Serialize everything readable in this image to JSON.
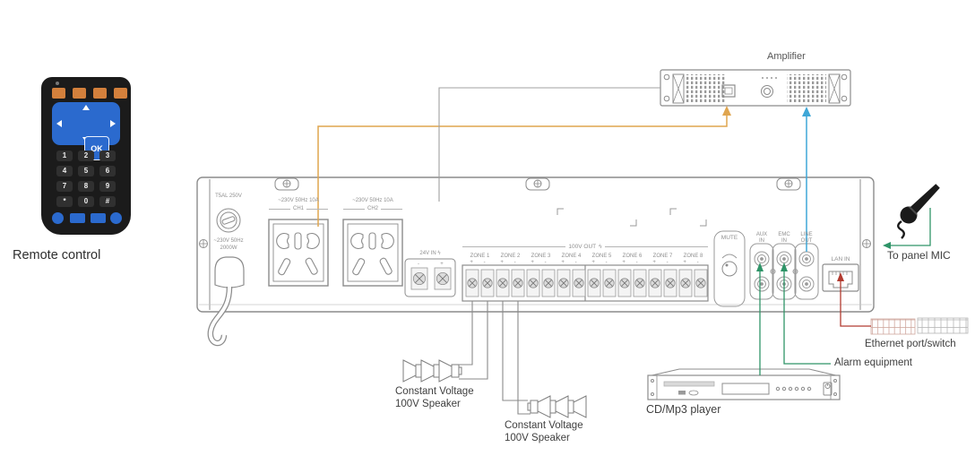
{
  "colors": {
    "wire_orange": "#dfa54f",
    "wire_blue": "#3ea7d7",
    "wire_green": "#2f9468",
    "wire_red": "#b23b30",
    "wire_gray": "#a0a0a0",
    "outline": "#8c8c8c",
    "remote_blue": "#2b6ace",
    "remote_orange": "#d3803c"
  },
  "remote": {
    "label": "Remote control",
    "ok": "OK",
    "keys": [
      "1",
      "2",
      "3",
      "4",
      "5",
      "6",
      "7",
      "8",
      "9",
      "*",
      "0",
      "#"
    ]
  },
  "amplifier": {
    "label": "Amplifier"
  },
  "panel": {
    "fuse": "T5AL 250V",
    "power1": "~230V 50Hz",
    "power2": "2000W",
    "outlet_label": "~230V 50Hz 10A",
    "outlet1_ch": "CH1",
    "outlet2_ch": "CH2",
    "dc_label": "24V IN",
    "flash": "ϟ",
    "dc_minus": "-",
    "dc_plus": "+",
    "out_label": "100V OUT",
    "zones": [
      "ZONE 1",
      "ZONE 2",
      "ZONE 3",
      "ZONE 4",
      "ZONE 5",
      "ZONE 6",
      "ZONE 7",
      "ZONE 8"
    ],
    "zone_pm": "+ -",
    "mute": "MUTE",
    "aux1": "AUX",
    "aux2": "IN",
    "emc1": "EMC",
    "emc2": "IN",
    "line1": "LINE",
    "line2": "OUT",
    "lan": "LAN IN"
  },
  "peripherals": {
    "mic_label": "To panel MIC",
    "ethernet_label": "Ethernet port/switch",
    "alarm_label": "Alarm equipment",
    "cd_label": "CD/Mp3 player",
    "speaker1a": "Constant Voltage",
    "speaker1b": "100V Speaker",
    "speaker2a": "Constant Voltage",
    "speaker2b": "100V Speaker"
  }
}
